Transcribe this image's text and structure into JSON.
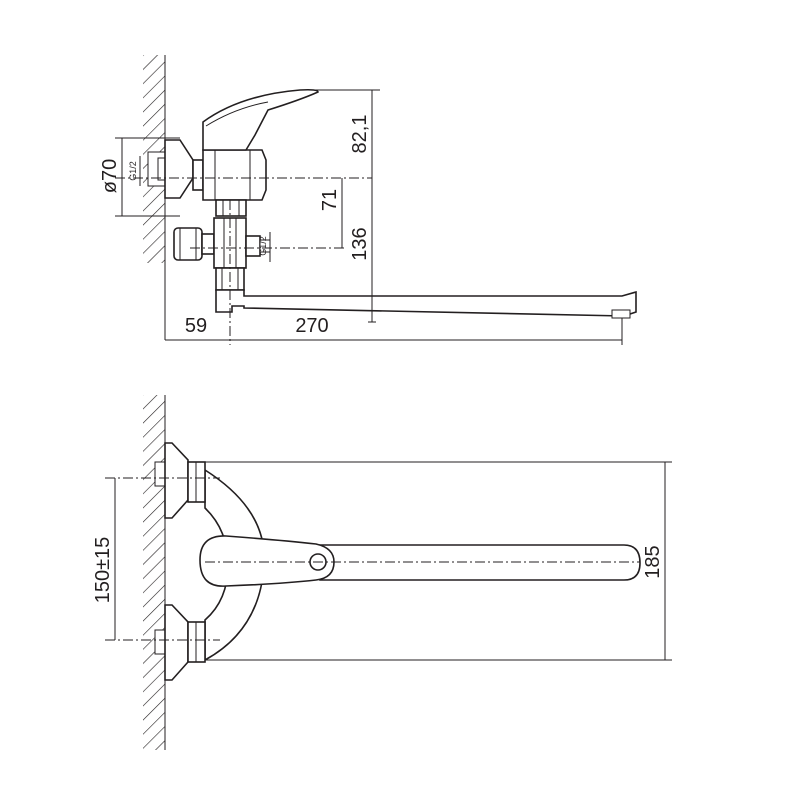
{
  "side_view": {
    "dims": {
      "height_lever": "82,1",
      "diameter_flange": "ø70",
      "thread_top": "G1/2",
      "outlet_height": "71",
      "overall_height": "136",
      "thread_side": "G1/2",
      "wall_offset": "59",
      "spout_length": "270"
    }
  },
  "top_view": {
    "dims": {
      "center_distance": "150±15",
      "overall_width": "185"
    }
  }
}
